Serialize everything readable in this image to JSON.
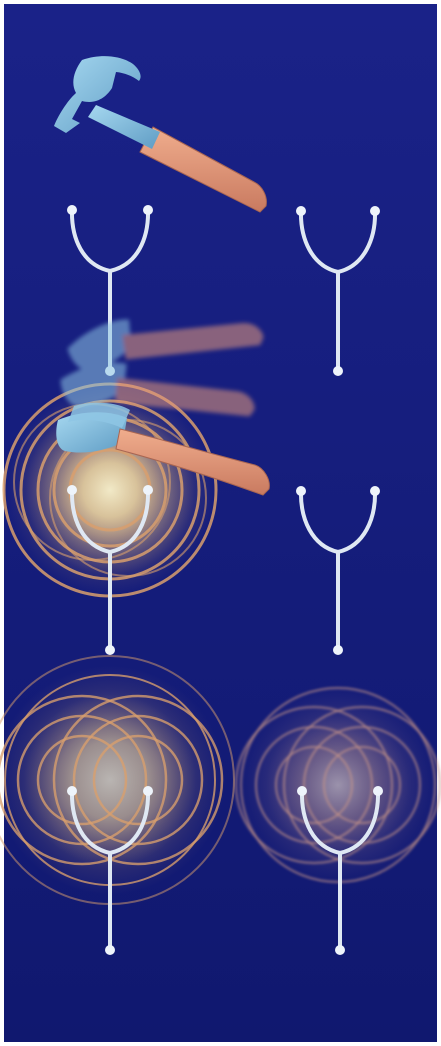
{
  "colors": {
    "frame": "#ffffff",
    "background_top": "#1a2288",
    "background_bottom": "#10186f",
    "fork_metal": "#dde6f2",
    "fork_shadow": "#8fa0c8",
    "hammer_head": "#8ec6e4",
    "hammer_head_shadow": "#5d98bf",
    "hammer_handle": "#e69a7b",
    "hammer_handle_shadow": "#b76b55",
    "wave_ring": "#e1a66c",
    "wave_glow": "#fff0b8"
  },
  "icons": {
    "tuning_fork": "tuning-fork-icon",
    "hammer": "hammer-icon",
    "sound_wave": "sound-wave-icon"
  },
  "panels": [
    {
      "stage": "before-strike",
      "hammer": "resting",
      "forks": [
        {
          "side": "left",
          "vibrating": false
        },
        {
          "side": "right",
          "vibrating": false
        }
      ]
    },
    {
      "stage": "strike",
      "hammer": "striking",
      "forks": [
        {
          "side": "left",
          "vibrating": true
        },
        {
          "side": "right",
          "vibrating": false
        }
      ]
    },
    {
      "stage": "resonance",
      "hammer": "none",
      "forks": [
        {
          "side": "left",
          "vibrating": true
        },
        {
          "side": "right",
          "vibrating": true
        }
      ]
    }
  ]
}
